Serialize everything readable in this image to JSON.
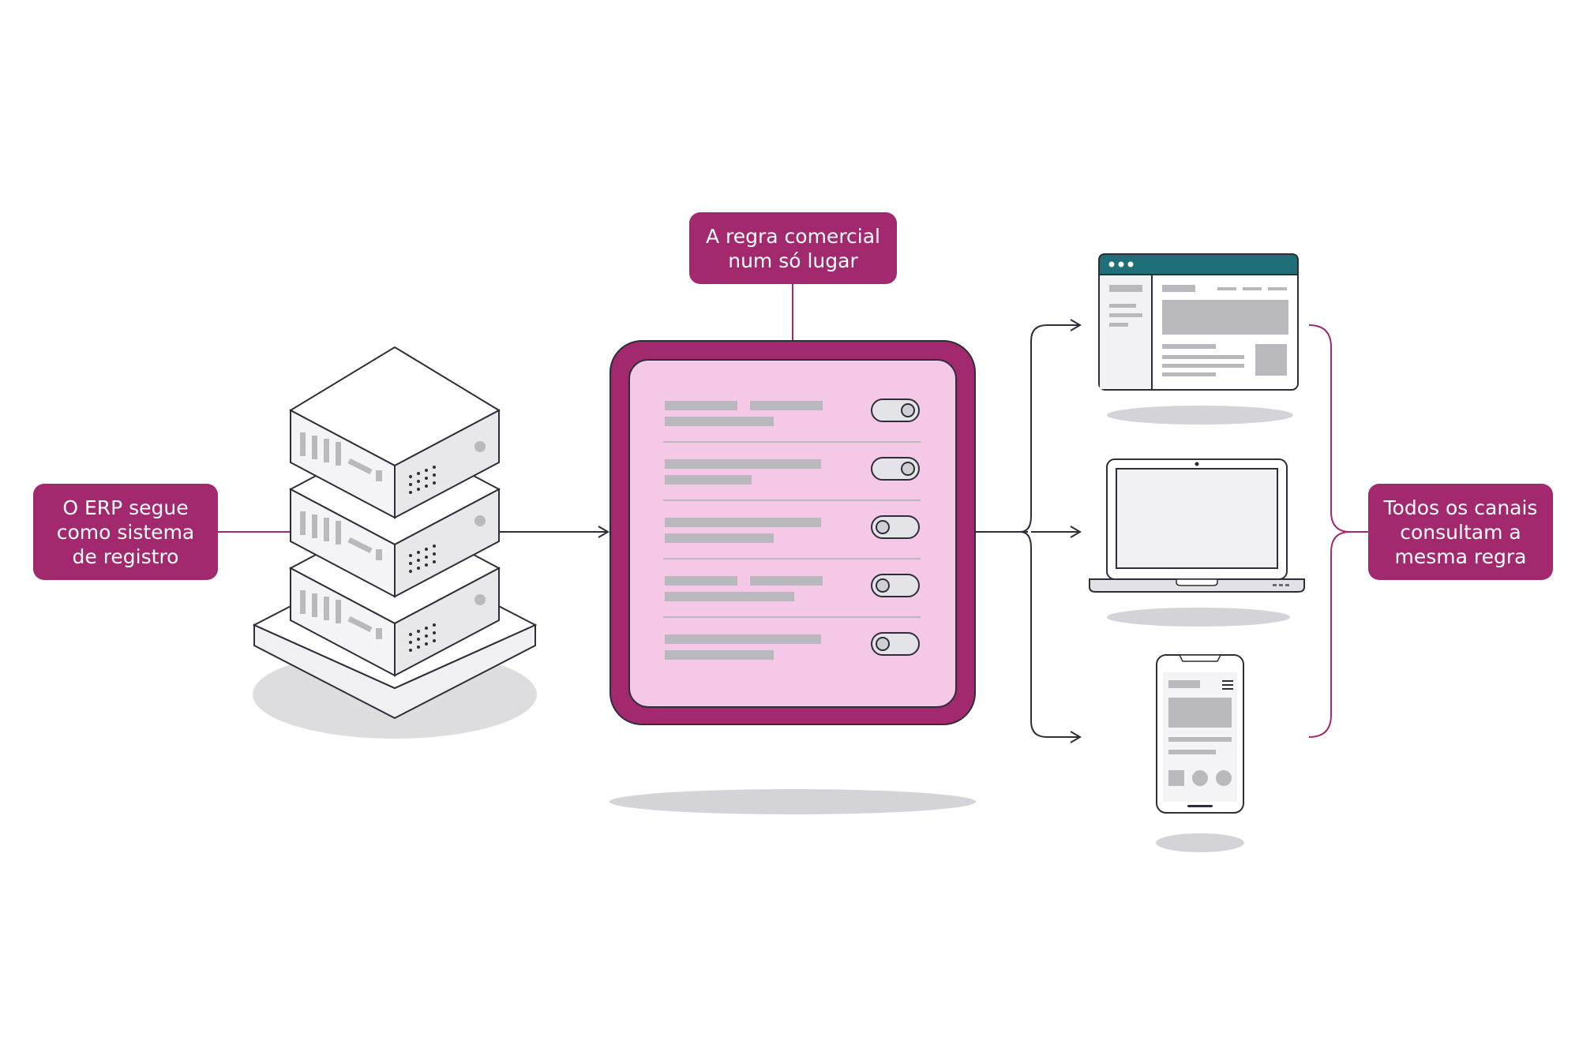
{
  "colors": {
    "accent": "#a3296f",
    "panel_fill": "#f5c8e8",
    "stroke": "#2e2e3a",
    "placeholder": "#b9b9bd",
    "browser_bar": "#1f6f78",
    "shadow": "#d4d4d8"
  },
  "labels": {
    "erp": "O ERP segue\ncomo sistema\nde registro",
    "rule": "A regra comercial\nnum só lugar",
    "channels": "Todos os canais\nconsultam a\nmesma regra"
  },
  "icons": {
    "source": "server-stack-icon",
    "channel_1": "browser-window-icon",
    "channel_2": "laptop-icon",
    "channel_3": "smartphone-icon",
    "rule_controls": "toggle-switch-icon"
  },
  "rule_panel": {
    "row_count": 5
  }
}
